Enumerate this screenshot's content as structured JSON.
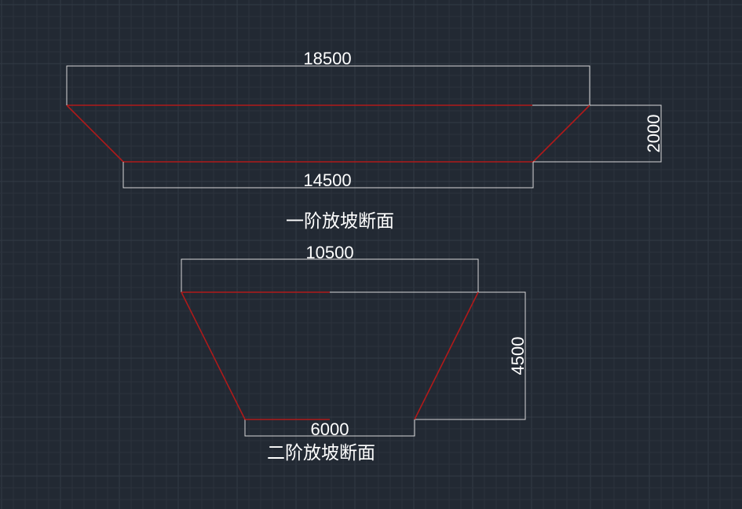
{
  "colors": {
    "background": "#222933",
    "grid_minor": "#2c333d",
    "grid_major": "#333b46",
    "profile": "#b01a1a",
    "dimension": "#d8d8d8",
    "text": "#ffffff"
  },
  "section1": {
    "title": "一阶放坡断面",
    "top_width": "18500",
    "bottom_width": "14500",
    "depth": "2000"
  },
  "section2": {
    "title": "二阶放坡断面",
    "top_width": "10500",
    "bottom_width": "6000",
    "depth": "4500"
  }
}
